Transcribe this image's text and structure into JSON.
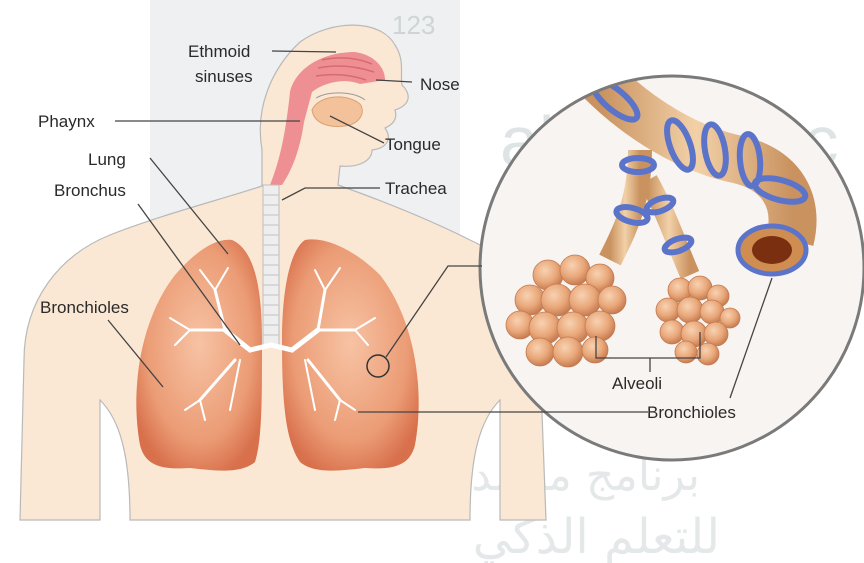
{
  "labels": {
    "ethmoid_line1": "Ethmoid",
    "ethmoid_line2": "sinuses",
    "nose": "Nose",
    "phaynx": "Phaynx",
    "tongue": "Tongue",
    "lung": "Lung",
    "bronchus": "Bronchus",
    "trachea": "Trachea",
    "bronchioles_left": "Bronchioles",
    "alveoli": "Alveoli",
    "bronchioles_right": "Bronchioles"
  },
  "watermark": {
    "latin": "alManahj.c",
    "arabic_line1": "برنامج محمد بن راشد",
    "arabic_line2": "للتعلم الذكي",
    "badge": "123"
  },
  "colors": {
    "skin": "#fbe8d4",
    "lung": "#e8946c",
    "airway": "#ee8f93",
    "cartilage": "#5b74c9",
    "tube": "#dcae84",
    "alveoli": "#e9a87a",
    "leader": "#444444"
  }
}
